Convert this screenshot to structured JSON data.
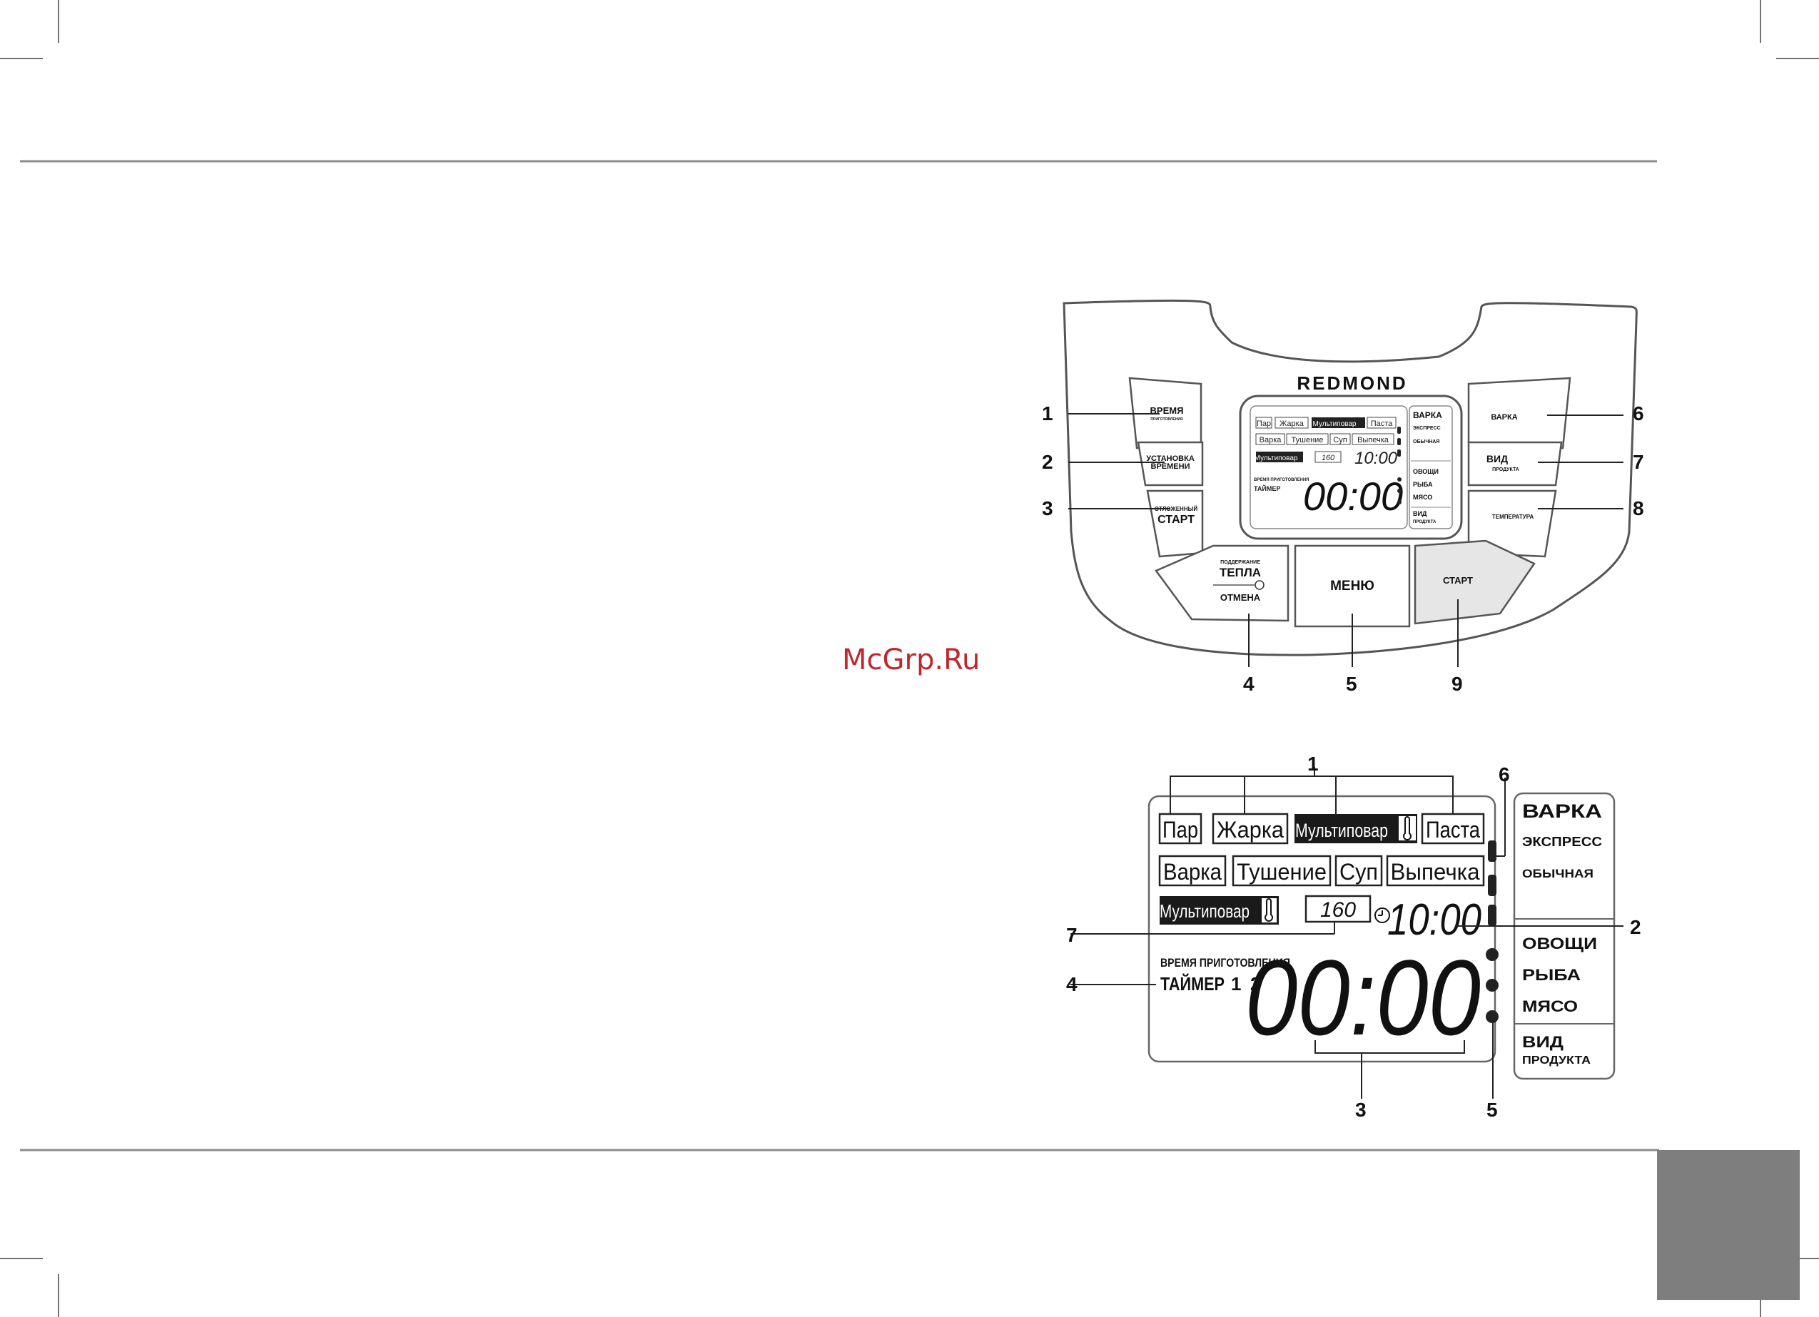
{
  "watermark": "McGrp.Ru",
  "panel": {
    "brand": "REDMOND",
    "buttons_left": [
      {
        "num": "1",
        "line1": "ВРЕМЯ",
        "line2": "ПРИГОТОВЛЕНИЯ"
      },
      {
        "num": "2",
        "line1": "УСТАНОВКА",
        "line2": "ВРЕМЕНИ"
      },
      {
        "num": "3",
        "line1": "ОТЛОЖЕННЫЙ",
        "line2": "СТАРТ"
      }
    ],
    "buttons_right": [
      {
        "num": "6",
        "line1": "ВАРКА",
        "line2": ""
      },
      {
        "num": "7",
        "line1": "ВИД",
        "line2": "ПРОДУКТА"
      },
      {
        "num": "8",
        "line1": "ТЕМПЕРАТУРА",
        "line2": ""
      }
    ],
    "warm_button": {
      "num": "4",
      "line1": "ПОДДЕРЖАНИЕ",
      "line2": "ТЕПЛА",
      "line3": "ОТМЕНА"
    },
    "menu_button": {
      "num": "5",
      "label": "МЕНЮ"
    },
    "start_button": {
      "num": "9",
      "label": "СТАРТ"
    }
  },
  "display": {
    "programs_row1": [
      "Пар",
      "Жарка",
      "Мультиповар",
      "Паста"
    ],
    "programs_row2": [
      "Варка",
      "Тушение",
      "Суп",
      "Выпечка"
    ],
    "multicook": "Мультиповар",
    "temperature": "160",
    "clock": "10:00",
    "cook_time_label": "ВРЕМЯ ПРИГОТОВЛЕНИЯ",
    "timer_label": "ТАЙМЕР",
    "timer_1": "1",
    "timer_2": "2",
    "main_digits": "00:00",
    "side_panel": {
      "varka": "ВАРКА",
      "express": "ЭКСПРЕСС",
      "normal": "ОБЫЧНАЯ",
      "vegetables": "ОВОЩИ",
      "fish": "РЫБА",
      "meat": "МЯСО",
      "product_type": "ВИД",
      "product_type_sub": "ПРОДУКТА"
    },
    "callouts": [
      "1",
      "2",
      "3",
      "4",
      "5",
      "6",
      "7"
    ]
  }
}
